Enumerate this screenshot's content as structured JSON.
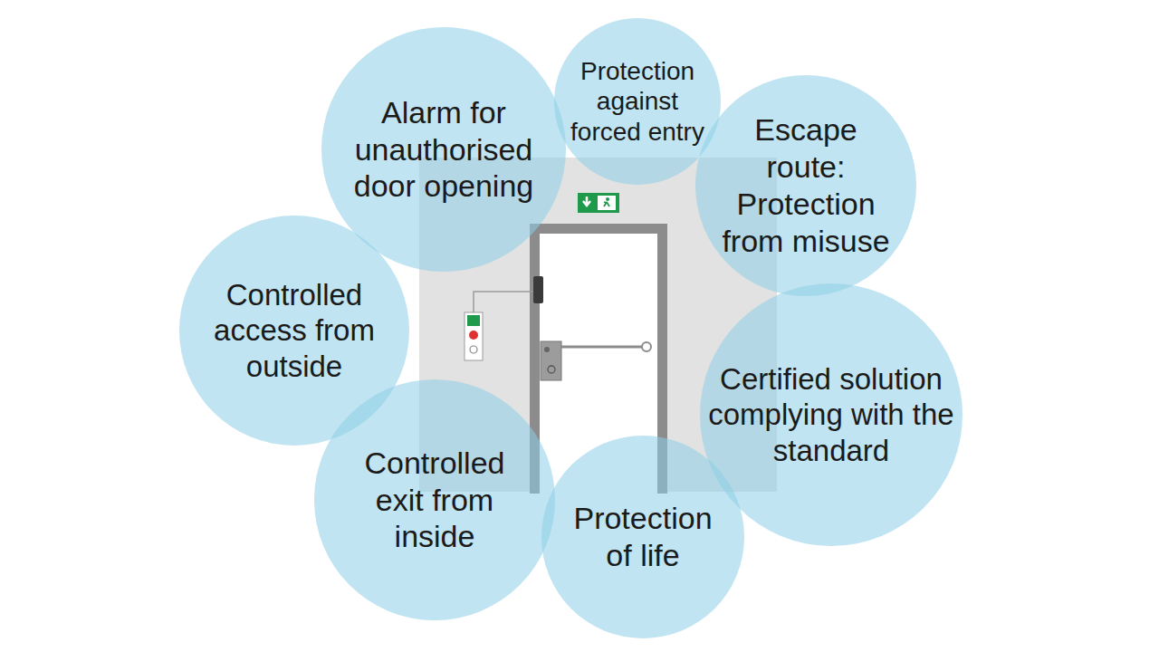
{
  "diagram": {
    "nodes": [
      {
        "text": [
          "Alarm for unauthorised door opening"
        ]
      },
      {
        "text": [
          "Protection against forced entry"
        ]
      },
      {
        "text": [
          "Escape route: Protection from misuse"
        ]
      },
      {
        "text": [
          "Controlled access from outside"
        ]
      },
      {
        "text": [
          "Certified solution complying with the standard"
        ]
      },
      {
        "text": [
          "Controlled exit from inside"
        ]
      },
      {
        "text": [
          "Protection of life"
        ]
      }
    ]
  }
}
